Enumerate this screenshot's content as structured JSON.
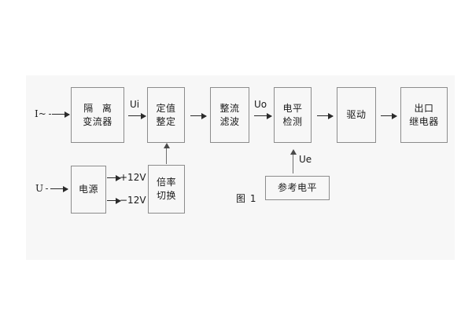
{
  "figure": {
    "caption": "图 1",
    "background_color": "#f7f7f7",
    "box_border_color": "#8c8c8c",
    "line_color": "#2b2b2b",
    "text_color": "#1a1a1a"
  },
  "inputs": {
    "current": "I~",
    "voltage": "U"
  },
  "signals": {
    "ui": "Ui",
    "uo": "Uo",
    "ue": "Ue"
  },
  "power_rails": {
    "positive": "+12V",
    "negative": "−12V"
  },
  "blocks": [
    {
      "id": "isolation-ct",
      "line1": "隔 离",
      "line2": "变流器"
    },
    {
      "id": "setting-adjust",
      "line1": "定值",
      "line2": "整定"
    },
    {
      "id": "rectify-filter",
      "line1": "整流",
      "line2": "滤波"
    },
    {
      "id": "level-detect",
      "line1": "电平",
      "line2": "检测"
    },
    {
      "id": "drive",
      "line1": "驱动",
      "line2": ""
    },
    {
      "id": "output-relay",
      "line1": "出口",
      "line2": "继电器"
    },
    {
      "id": "power-supply",
      "line1": "电源",
      "line2": ""
    },
    {
      "id": "ratio-switch",
      "line1": "倍率",
      "line2": "切换"
    },
    {
      "id": "reference-level",
      "line1": "参考电平",
      "line2": ""
    }
  ]
}
